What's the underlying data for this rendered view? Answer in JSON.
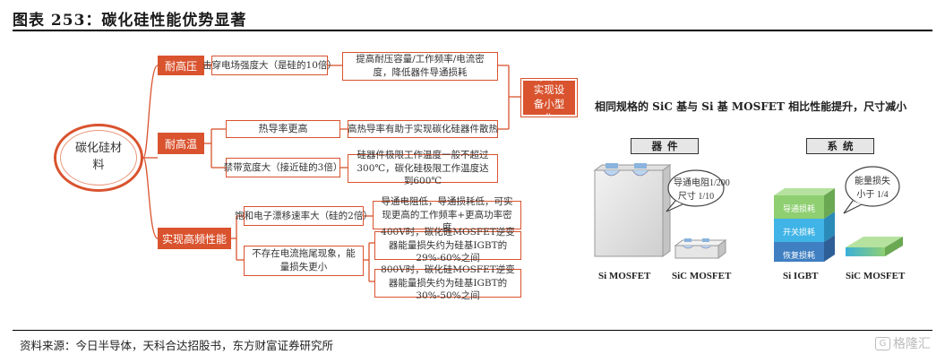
{
  "figure_title": "图表 253：碳化硅性能优势显著",
  "root_label": "碳化硅材料",
  "categories": [
    {
      "label": "耐高压"
    },
    {
      "label": "耐高温"
    },
    {
      "label": "实现高频性能"
    }
  ],
  "properties": [
    "击穿电场强度大（是硅的10倍）",
    "热导率更高",
    "禁带宽度大（接近硅的3倍）",
    "饱和电子漂移速率大（硅的2倍）",
    "不存在电流拖尾现象，能量损失更小"
  ],
  "effects": [
    "提高耐压容量/工作频率/电流密度，降低器件导通损耗",
    "高热导率有助于实现碳化硅器件散热",
    "硅器件极限工作温度一般不超过300℃，碳化硅极限工作温度达到600℃",
    "导通电阻低，导通损耗低，可实现更高的工作频率+更高功率密度",
    "400V时，碳化硅MOSFET逆变器能量损失约为硅基IGBT的29%-60%之间",
    "800V时，碳化硅MOSFET逆变器能量损失约为硅基IGBT的30%-50%之间"
  ],
  "result_label": "有助于实现设备小型化",
  "comparison": {
    "title": "相同规格的 SiC 基与 Si 基 MOSFET 相比性能提升，尺寸减小",
    "device_section": "器件",
    "system_section": "系统",
    "device_bubble": "导通电阻1/200\n尺寸 1/10",
    "system_bubble": "能量损失\n小于 1/4",
    "labels": [
      "Si MOSFET",
      "SiC MOSFET",
      "Si IGBT",
      "SiC MOSFET"
    ],
    "igbt_layers": [
      "导通损耗",
      "开关损耗",
      "恢复损耗"
    ]
  },
  "source": "资料来源：今日半导体，天科合达招股书，东方财富证券研究所",
  "watermark": "格隆汇",
  "colors": {
    "accent": "#d9532e",
    "igbt_top": "#8fcf72",
    "igbt_mid": "#40b4e6",
    "igbt_bot": "#3f7fc2"
  }
}
